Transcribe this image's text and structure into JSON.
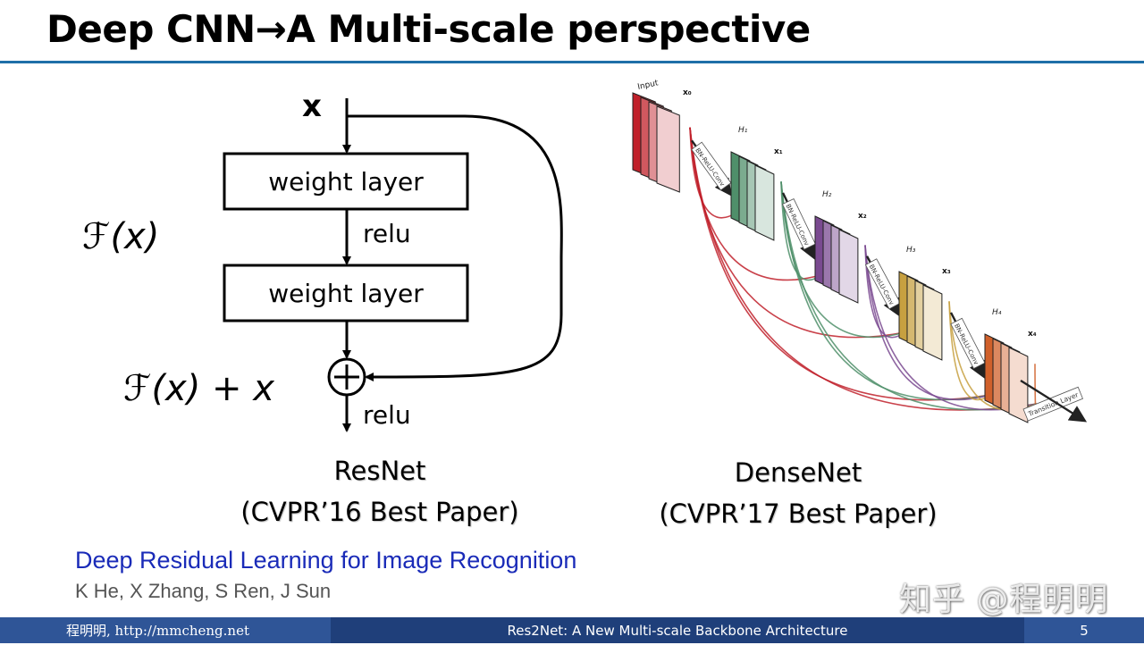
{
  "slide": {
    "title": "Deep CNN→A Multi-scale perspective"
  },
  "resnet": {
    "input_label": "x",
    "layer1": "weight layer",
    "relu1": "relu",
    "layer2": "weight layer",
    "relu2": "relu",
    "fx": "ℱ(x)",
    "fx_plus_x": "ℱ(x) + x",
    "plus": "+",
    "caption_name": "ResNet",
    "caption_venue": "(CVPR’16 Best Paper)"
  },
  "densenet": {
    "input_label": "Input",
    "x_labels": [
      "x₀",
      "x₁",
      "x₂",
      "x₃",
      "x₄"
    ],
    "h_labels": [
      "H₁",
      "H₂",
      "H₃",
      "H₄"
    ],
    "block_label": "BN-ReLU-Conv",
    "transition_label": "Transition Layer",
    "colors": [
      "#c0202a",
      "#4f8f6a",
      "#7a4a90",
      "#c7a040",
      "#d0602a"
    ],
    "caption_name": "DenseNet",
    "caption_venue": "(CVPR’17 Best Paper)"
  },
  "reference": {
    "paper_title": "Deep Residual Learning for Image Recognition",
    "authors": "K He, X Zhang, S Ren, J Sun"
  },
  "watermark": "知乎 @程明明",
  "footer": {
    "left": "程明明, http://mmcheng.net",
    "center": "Res2Net: A New Multi-scale Backbone Architecture",
    "page": "5"
  }
}
